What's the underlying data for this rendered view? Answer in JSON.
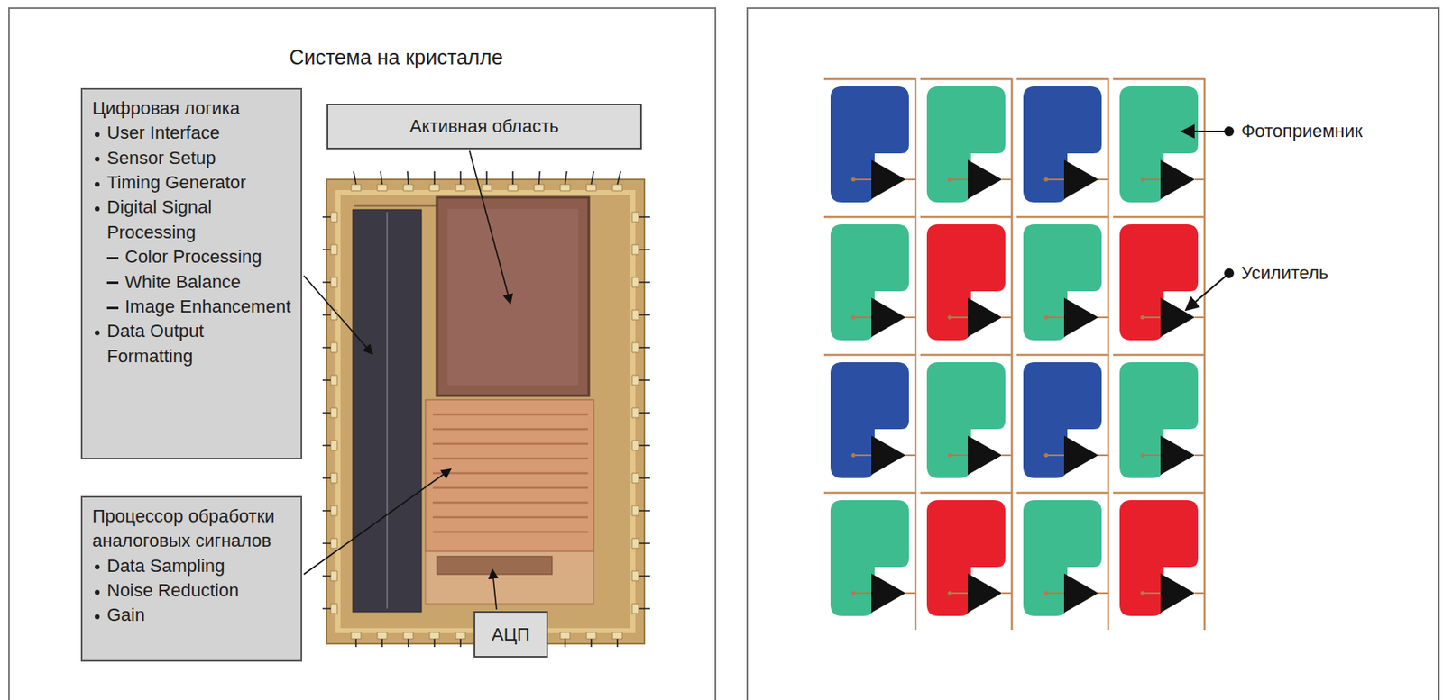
{
  "diagram": {
    "title": "Система на кристалле",
    "nodes": [
      {
        "text": [
          "Цифровая логика",
          "User Interface",
          "Sensor Setup",
          "Timing Generator",
          "Digital Signal Processing",
          "Color Processing",
          "White Balance",
          "Image Enhancement",
          "Data Output Formatting"
        ]
      },
      {
        "text": [
          "Процессор обработки аналоговых сигналов",
          "Data Sampling",
          "Noise Reduction",
          "Gain"
        ]
      },
      {
        "text": [
          "Активная область"
        ]
      },
      {
        "text": [
          "АЦП"
        ]
      }
    ],
    "labels": [
      "Фотоприемник",
      "Усилитель"
    ]
  }
}
